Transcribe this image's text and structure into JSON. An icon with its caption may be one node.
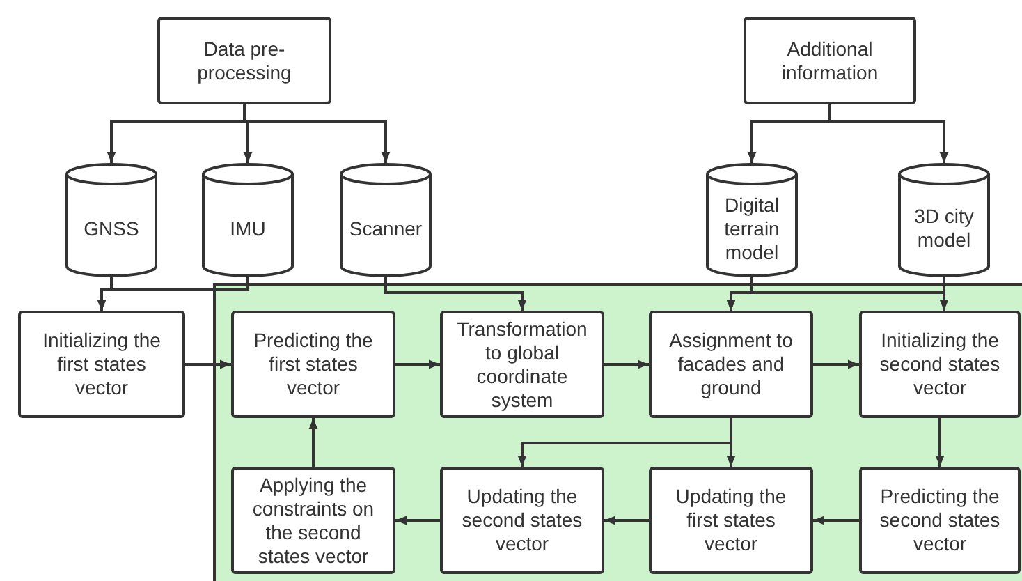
{
  "diagram": {
    "nodes": [
      {
        "text": [
          "Data pre-processing"
        ]
      },
      {
        "text": [
          "Additional information"
        ]
      },
      {
        "text": [
          "GNSS"
        ]
      },
      {
        "text": [
          "IMU"
        ]
      },
      {
        "text": [
          "Scanner"
        ]
      },
      {
        "text": [
          "Digital terrain model"
        ]
      },
      {
        "text": [
          "3D city model"
        ]
      },
      {
        "text": [],
        "shape": "box"
      },
      {
        "text": [
          "Initializing the first states vector"
        ]
      },
      {
        "text": [
          "Predicting the first states vector"
        ],
        "in": 7
      },
      {
        "text": [
          "Transformation to global coordinate system"
        ],
        "in": 7
      },
      {
        "text": [
          "Assignment to facades and ground"
        ],
        "in": 7
      },
      {
        "text": [
          "Initializing the second states vector"
        ],
        "in": 7
      },
      {
        "text": [
          "Applying the constraints on the second states vector"
        ],
        "in": 7
      },
      {
        "text": [
          "Updating the second states vector"
        ],
        "in": 7
      },
      {
        "text": [
          "Updating the first states vector"
        ],
        "in": 7
      },
      {
        "text": [
          "Predicting the second states vector"
        ],
        "in": 7
      }
    ],
    "edges": [
      {
        "from": 0,
        "to": 2,
        "arrow": "to"
      },
      {
        "from": 0,
        "to": 3,
        "arrow": "to"
      },
      {
        "from": 0,
        "to": 4,
        "arrow": "to"
      },
      {
        "from": 1,
        "to": 5,
        "arrow": "to"
      },
      {
        "from": 1,
        "to": 6,
        "arrow": "to"
      },
      {
        "from": 2,
        "to": 8,
        "arrow": "to"
      },
      {
        "from": 3,
        "to": 8,
        "arrow": "to"
      },
      {
        "from": 4,
        "to": 10,
        "arrow": "to"
      },
      {
        "from": 5,
        "to": 11,
        "arrow": "to"
      },
      {
        "from": 6,
        "to": 11,
        "arrow": "to"
      },
      {
        "from": 6,
        "to": 12,
        "arrow": "to"
      },
      {
        "from": 8,
        "to": 9,
        "arrow": "to"
      },
      {
        "from": 9,
        "to": 10,
        "arrow": "to"
      },
      {
        "from": 10,
        "to": 11,
        "arrow": "to"
      },
      {
        "from": 11,
        "to": 12,
        "arrow": "to"
      },
      {
        "from": 11,
        "to": 14,
        "arrow": "to"
      },
      {
        "from": 11,
        "to": 15,
        "arrow": "to"
      },
      {
        "from": 12,
        "to": 16,
        "arrow": "to"
      },
      {
        "from": 16,
        "to": 15,
        "arrow": "to"
      },
      {
        "from": 15,
        "to": 14,
        "arrow": "to"
      },
      {
        "from": 14,
        "to": 13,
        "arrow": "to"
      },
      {
        "from": 13,
        "to": 9,
        "arrow": "to"
      }
    ]
  }
}
